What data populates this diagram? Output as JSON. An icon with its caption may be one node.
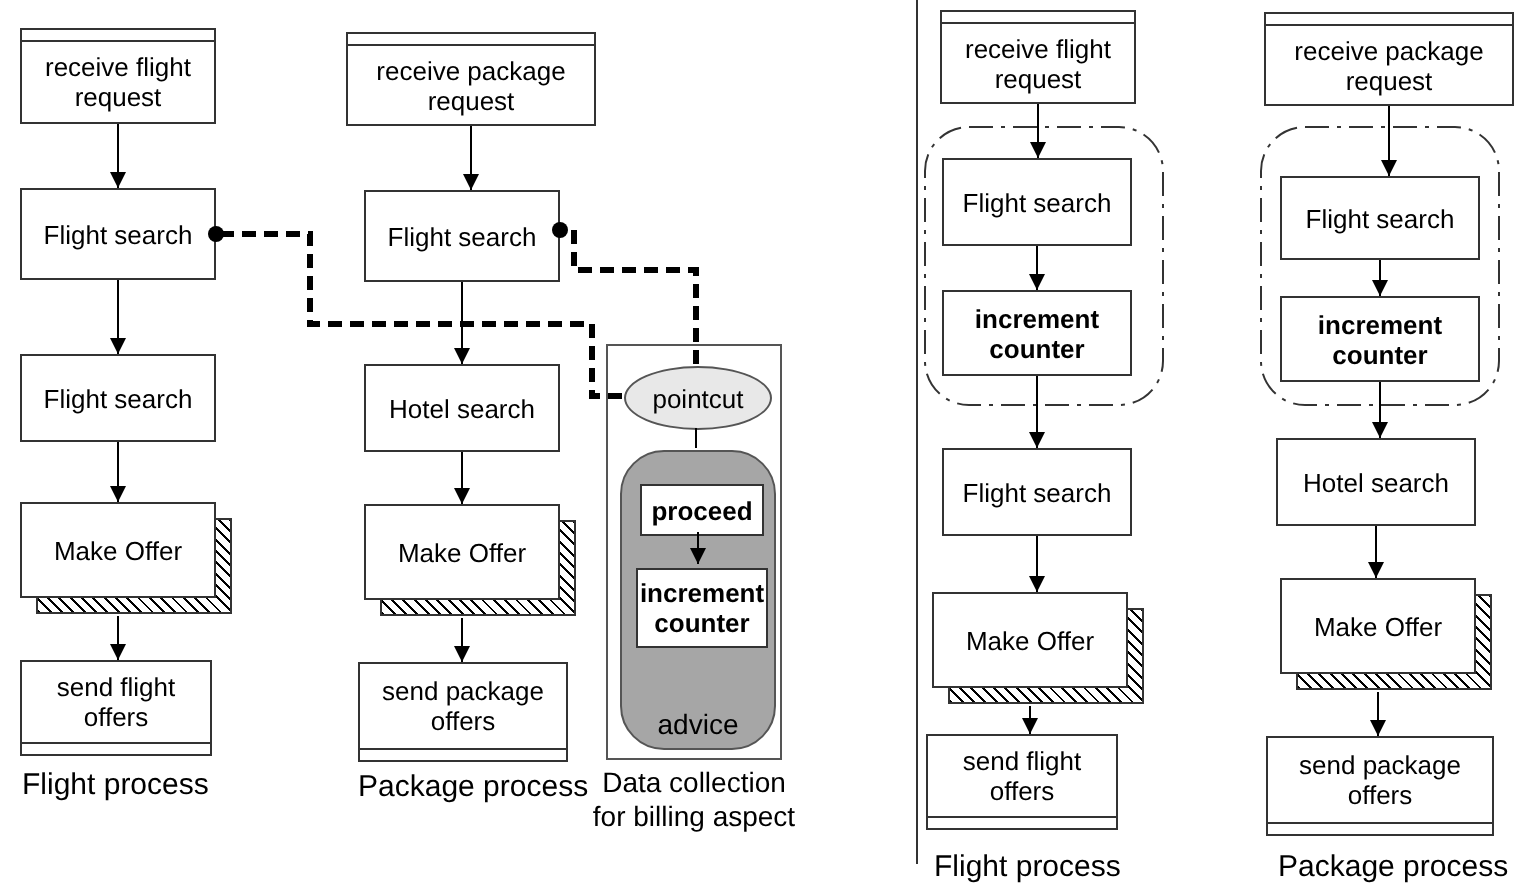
{
  "diagram": {
    "nodes": [
      {
        "text": [
          "receive flight request"
        ]
      },
      {
        "text": [
          "Flight search"
        ]
      },
      {
        "text": [
          "Flight search"
        ]
      },
      {
        "text": [
          "Make Offer"
        ]
      },
      {
        "text": [
          "send flight offers"
        ],
        "beside": [
          "Flight process"
        ]
      },
      {
        "text": [
          "receive package request"
        ]
      },
      {
        "text": [
          "Flight search"
        ]
      },
      {
        "text": [
          "Hotel search"
        ]
      },
      {
        "text": [
          "Make Offer"
        ]
      },
      {
        "text": [
          "send package offers"
        ],
        "beside": [
          "Package process"
        ]
      },
      {
        "text": [
          "Data collection for billing aspect"
        ]
      },
      {
        "text": [
          "pointcut"
        ],
        "in": 10
      },
      {
        "text": [
          "advice"
        ],
        "in": 10
      },
      {
        "text": [
          "proceed"
        ],
        "in": 12
      },
      {
        "text": [
          "increment counter"
        ],
        "in": 12
      },
      {
        "text": [
          "receive flight request"
        ]
      },
      {
        "text": [],
        "shape": "box"
      },
      {
        "text": [
          "Flight search"
        ],
        "in": 16
      },
      {
        "text": [
          "increment counter"
        ],
        "in": 16
      },
      {
        "text": [
          "Flight search"
        ]
      },
      {
        "text": [
          "Make Offer"
        ]
      },
      {
        "text": [
          "send flight offers"
        ],
        "beside": [
          "Flight process"
        ]
      },
      {
        "text": [
          "receive package request"
        ]
      },
      {
        "text": [],
        "shape": "box"
      },
      {
        "text": [
          "Flight search"
        ],
        "in": 23
      },
      {
        "text": [
          "increment counter"
        ],
        "in": 23
      },
      {
        "text": [
          "Hotel search"
        ]
      },
      {
        "text": [
          "Make Offer"
        ]
      },
      {
        "text": [
          "send package offers"
        ],
        "beside": [
          "Package process"
        ]
      }
    ],
    "edges": [
      {
        "from": 0,
        "to": 1,
        "arrow": "to"
      },
      {
        "from": 1,
        "to": 2,
        "arrow": "to"
      },
      {
        "from": 2,
        "to": 3,
        "arrow": "to"
      },
      {
        "from": 3,
        "to": 4,
        "arrow": "to"
      },
      {
        "from": 5,
        "to": 6,
        "arrow": "to"
      },
      {
        "from": 6,
        "to": 7,
        "arrow": "to"
      },
      {
        "from": 7,
        "to": 8,
        "arrow": "to"
      },
      {
        "from": 8,
        "to": 9,
        "arrow": "to"
      },
      {
        "from": 11,
        "to": 12,
        "arrow": "none"
      },
      {
        "from": 13,
        "to": 14,
        "arrow": "to"
      },
      {
        "from": 11,
        "to": 1,
        "arrow": "other",
        "style": "dashed"
      },
      {
        "from": 11,
        "to": 6,
        "arrow": "other",
        "style": "dashed"
      },
      {
        "from": 15,
        "to": 17,
        "arrow": "to"
      },
      {
        "from": 17,
        "to": 18,
        "arrow": "to"
      },
      {
        "from": 18,
        "to": 19,
        "arrow": "to"
      },
      {
        "from": 19,
        "to": 20,
        "arrow": "to"
      },
      {
        "from": 20,
        "to": 21,
        "arrow": "to"
      },
      {
        "from": 22,
        "to": 24,
        "arrow": "to"
      },
      {
        "from": 24,
        "to": 25,
        "arrow": "to"
      },
      {
        "from": 25,
        "to": 26,
        "arrow": "to"
      },
      {
        "from": 26,
        "to": 27,
        "arrow": "to"
      },
      {
        "from": 27,
        "to": 28,
        "arrow": "to"
      }
    ]
  }
}
